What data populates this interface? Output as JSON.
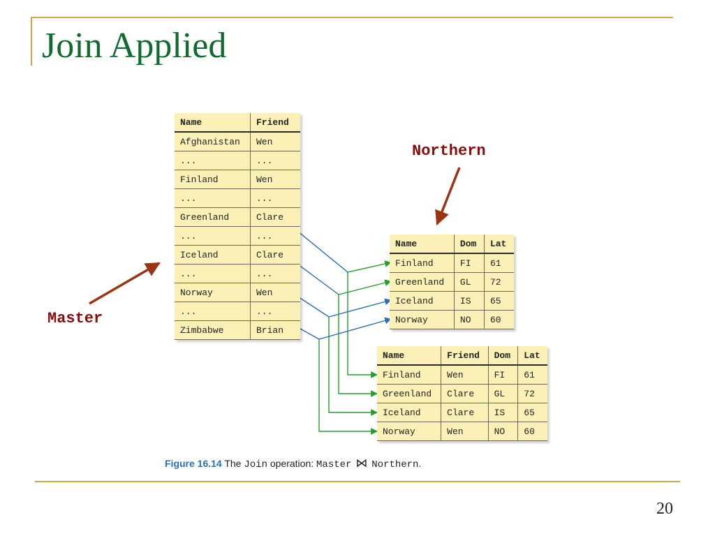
{
  "slide": {
    "title": "Join Applied",
    "page_number": "20"
  },
  "labels": {
    "northern": "Northern",
    "master": "Master"
  },
  "master_table": {
    "headers": [
      "Name",
      "Friend"
    ],
    "rows": [
      [
        "Afghanistan",
        "Wen"
      ],
      [
        "...",
        "..."
      ],
      [
        "Finland",
        "Wen"
      ],
      [
        "...",
        "..."
      ],
      [
        "Greenland",
        "Clare"
      ],
      [
        "...",
        "..."
      ],
      [
        "Iceland",
        "Clare"
      ],
      [
        "...",
        "..."
      ],
      [
        "Norway",
        "Wen"
      ],
      [
        "...",
        "..."
      ],
      [
        "Zimbabwe",
        "Brian"
      ]
    ]
  },
  "northern_table": {
    "headers": [
      "Name",
      "Dom",
      "Lat"
    ],
    "rows": [
      [
        "Finland",
        "FI",
        "61"
      ],
      [
        "Greenland",
        "GL",
        "72"
      ],
      [
        "Iceland",
        "IS",
        "65"
      ],
      [
        "Norway",
        "NO",
        "60"
      ]
    ]
  },
  "result_table": {
    "headers": [
      "Name",
      "Friend",
      "Dom",
      "Lat"
    ],
    "rows": [
      [
        "Finland",
        "Wen",
        "FI",
        "61"
      ],
      [
        "Greenland",
        "Clare",
        "GL",
        "72"
      ],
      [
        "Iceland",
        "Clare",
        "IS",
        "65"
      ],
      [
        "Norway",
        "Wen",
        "NO",
        "60"
      ]
    ]
  },
  "caption": {
    "figure_label": "Figure 16.14",
    "text_before": "The",
    "op_name": "Join",
    "text_middle": "operation:",
    "left_operand": "Master",
    "join_symbol": "⋈",
    "right_operand": "Northern",
    "end": "."
  },
  "colors": {
    "title_green": "#0f6b2e",
    "label_red": "#8a0b0b",
    "frame_gold": "#d9a441",
    "table_yellow": "#fbf0b6",
    "arrow_blue": "#2e6db4",
    "arrow_green": "#22a02a",
    "annotation_brown": "#9a3412"
  }
}
